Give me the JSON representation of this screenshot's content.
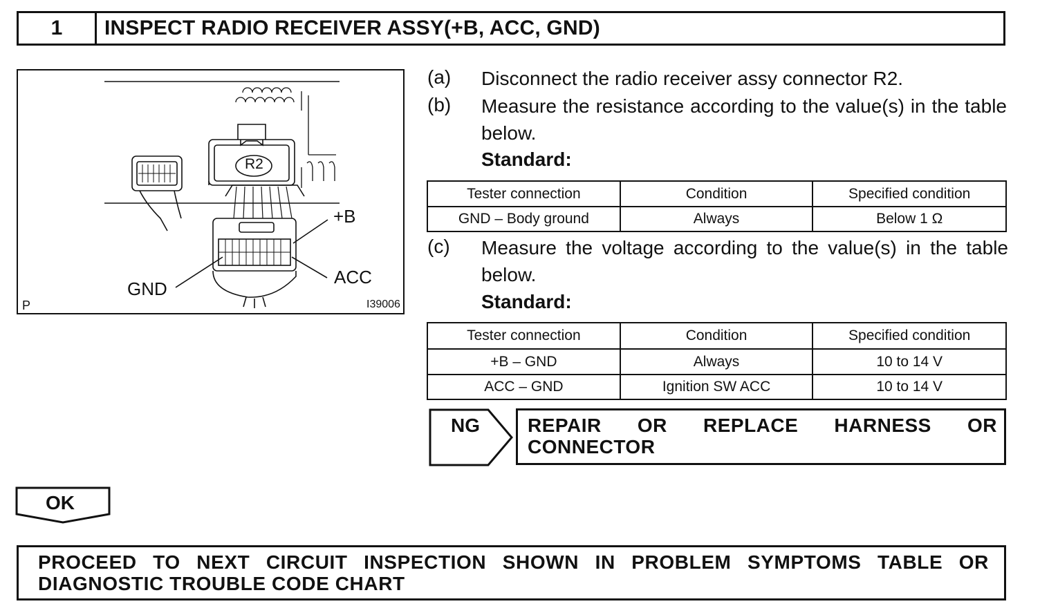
{
  "header": {
    "step_number": "1",
    "title": "INSPECT RADIO RECEIVER ASSY(+B, ACC, GND)"
  },
  "figure": {
    "connector_label": "R2",
    "plus_b_label": "+B",
    "acc_label": "ACC",
    "gnd_label": "GND",
    "corner_label": "P",
    "figure_id": "I39006"
  },
  "steps": [
    {
      "letter": "(a)",
      "text": "Disconnect the radio receiver assy connector R2."
    },
    {
      "letter": "(b)",
      "text": "Measure the resistance according to the value(s) in the table below."
    },
    {
      "letter": "(c)",
      "text": "Measure the voltage according to the value(s) in the table below."
    }
  ],
  "standard_label": "Standard:",
  "table_resistance": {
    "headers": [
      "Tester connection",
      "Condition",
      "Specified condition"
    ],
    "rows": [
      [
        "GND – Body ground",
        "Always",
        "Below 1 Ω"
      ]
    ]
  },
  "table_voltage": {
    "headers": [
      "Tester connection",
      "Condition",
      "Specified condition"
    ],
    "rows": [
      [
        "+B – GND",
        "Always",
        "10 to 14 V"
      ],
      [
        "ACC – GND",
        "Ignition SW ACC",
        "10 to 14 V"
      ]
    ]
  },
  "ng": {
    "label": "NG",
    "action": "REPAIR OR REPLACE HARNESS OR CONNECTOR"
  },
  "ok": {
    "label": "OK"
  },
  "next_action": "PROCEED TO NEXT CIRCUIT INSPECTION SHOWN IN PROBLEM SYMPTOMS TABLE OR DIAGNOSTIC TROUBLE CODE CHART"
}
